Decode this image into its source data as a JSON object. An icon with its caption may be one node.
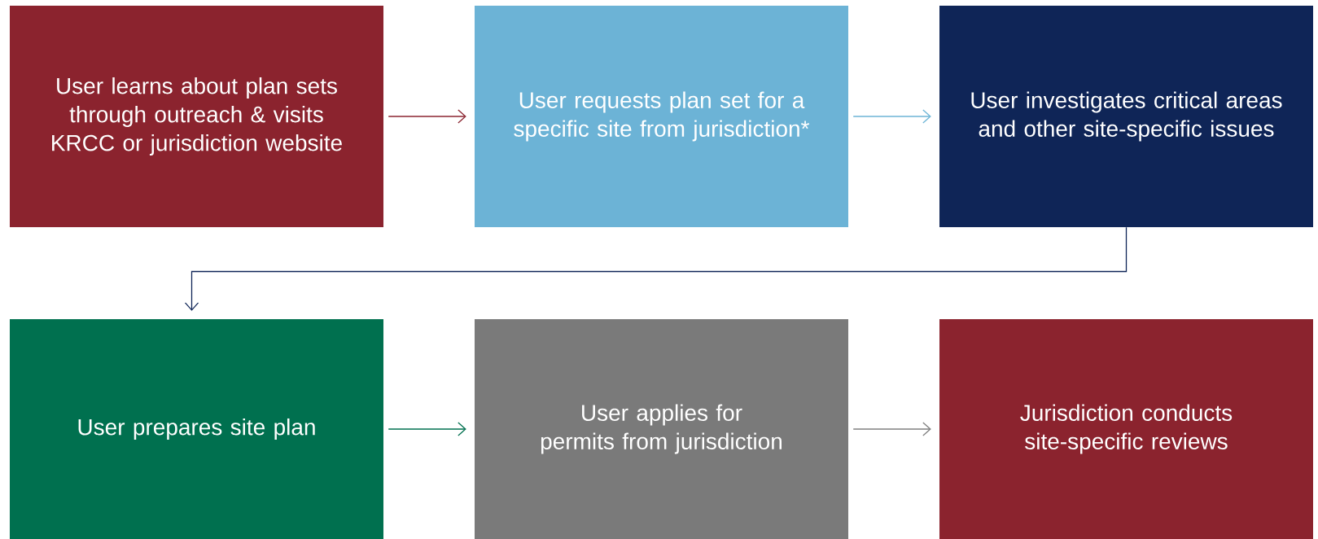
{
  "diagram": {
    "nodes": [
      {
        "text": [
          "User learns about plan sets through outreach & visits KRCC or jurisdiction website"
        ]
      },
      {
        "text": [
          "User requests plan set for a specific site from jurisdiction*"
        ]
      },
      {
        "text": [
          "User investigates critical areas and other site-specific issues"
        ]
      },
      {
        "text": [
          "User prepares site plan"
        ]
      },
      {
        "text": [
          "User applies for permits from jurisdiction"
        ]
      },
      {
        "text": [
          "Jurisdiction conducts site-specific reviews"
        ]
      }
    ],
    "edges": [
      {
        "from": 0,
        "to": 1,
        "arrow": "to",
        "color": "#8b2530"
      },
      {
        "from": 1,
        "to": 2,
        "arrow": "to",
        "color": "#6cb4d6"
      },
      {
        "from": 2,
        "to": 3,
        "arrow": "to",
        "color": "#0f2557"
      },
      {
        "from": 3,
        "to": 4,
        "arrow": "to",
        "color": "#00704f"
      },
      {
        "from": 4,
        "to": 5,
        "arrow": "to",
        "color": "#7f7f7f"
      }
    ]
  }
}
